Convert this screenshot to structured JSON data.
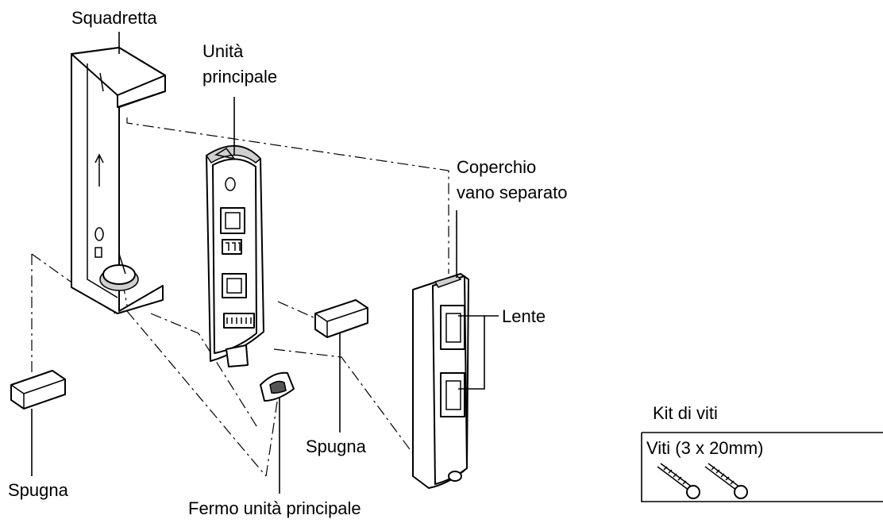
{
  "labels": {
    "bracket": "Squadretta",
    "main_unit_line1": "Unità",
    "main_unit_line2": "principale",
    "cover_line1": "Coperchio",
    "cover_line2": "vano separato",
    "lens": "Lente",
    "sponge_left": "Spugna",
    "sponge_mid": "Spugna",
    "main_unit_stopper": "Fermo unità principale"
  },
  "screw_kit": {
    "title": "Kit di viti",
    "content": "Viti (3 x 20mm)"
  }
}
